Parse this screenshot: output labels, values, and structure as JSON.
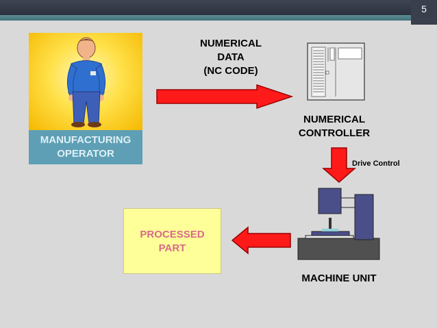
{
  "slide_number": "5",
  "operator": {
    "label": "MANUFACTURING\nOPERATOR"
  },
  "numerical_data": {
    "label": "NUMERICAL\nDATA\n(NC CODE)"
  },
  "controller": {
    "label": "NUMERICAL\nCONTROLLER"
  },
  "drive_control": {
    "label": "Drive Control"
  },
  "machine": {
    "label": "MACHINE UNIT"
  },
  "processed_part": {
    "label": "PROCESSED\nPART"
  },
  "colors": {
    "background": "#d9d9d9",
    "arrow_fill": "#ff0000",
    "operator_label_bg": "#5e9fb5",
    "part_box_bg": "#ffff99",
    "part_text": "#d86a8a",
    "machine_blue": "#4a4f8a"
  }
}
